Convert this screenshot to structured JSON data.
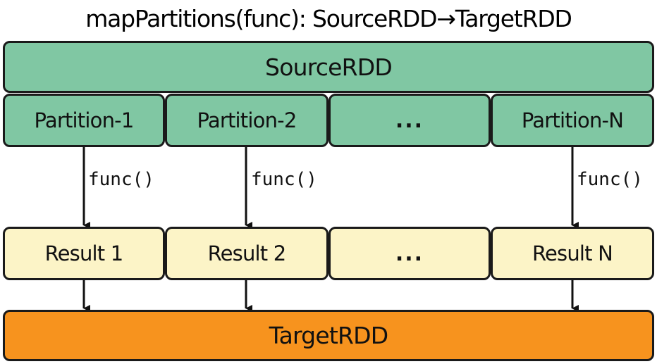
{
  "title": "mapPartitions(func): SourceRDD→TargetRDD",
  "source": {
    "label": "SourceRDD"
  },
  "partitions": [
    {
      "label": "Partition-1"
    },
    {
      "label": "Partition-2"
    },
    {
      "label": "..."
    },
    {
      "label": "Partition-N"
    }
  ],
  "func_label": "func()",
  "results": [
    {
      "label": "Result 1"
    },
    {
      "label": "Result 2"
    },
    {
      "label": "..."
    },
    {
      "label": "Result N"
    }
  ],
  "target": {
    "label": "TargetRDD"
  },
  "colors": {
    "source_fill": "#80c7a3",
    "result_fill": "#fcf4c7",
    "target_fill": "#f7931e",
    "border": "#1a1a1a"
  }
}
